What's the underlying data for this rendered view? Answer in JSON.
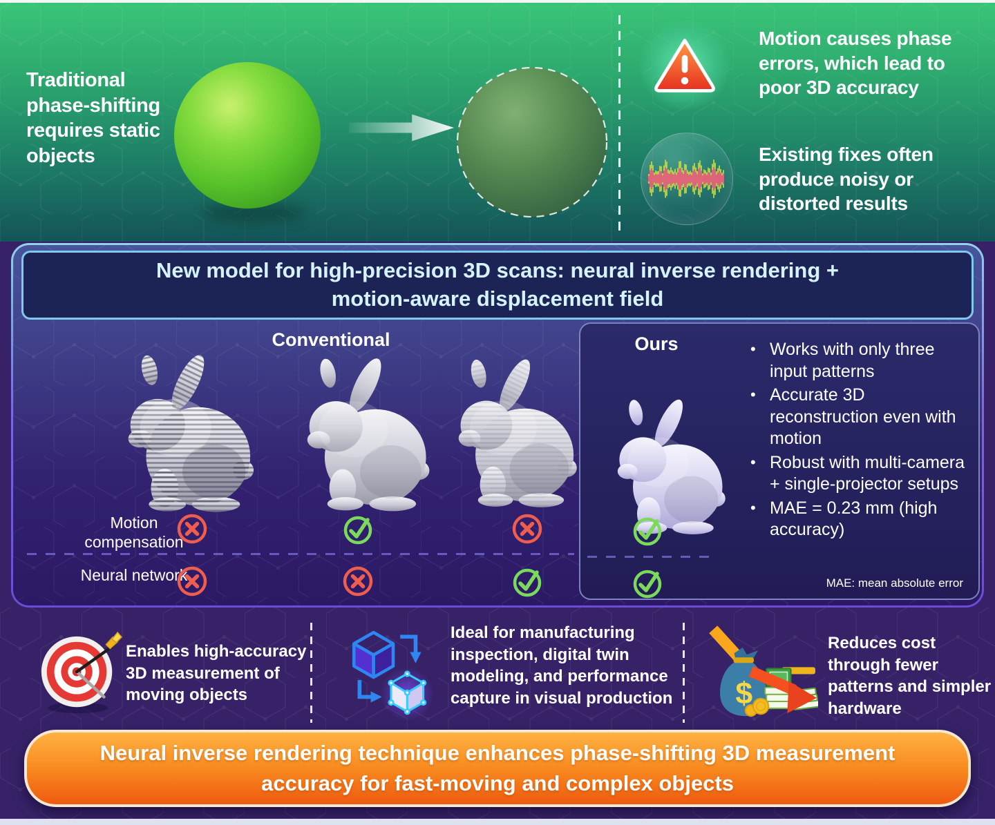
{
  "top": {
    "headline": "Traditional phase-shifting requires static objects",
    "issues": [
      {
        "icon": "warning-icon",
        "text": "Motion causes phase errors, which lead to poor 3D accuracy"
      },
      {
        "icon": "noisy-signal-icon",
        "text": "Existing fixes often produce noisy or distorted results"
      }
    ]
  },
  "model_banner": {
    "text": "New model for high-precision 3D scans: neural inverse rendering + motion-aware displacement field"
  },
  "comparison": {
    "conventional_label": "Conventional",
    "ours_label": "Ours",
    "rows": [
      {
        "label": "Motion compensation",
        "conventional": [
          "no",
          "yes",
          "no"
        ],
        "ours": "yes"
      },
      {
        "label": "Neural network",
        "conventional": [
          "no",
          "no",
          "yes"
        ],
        "ours": "yes"
      }
    ],
    "ours_bullets": [
      "Works with only three input patterns",
      "Accurate 3D reconstruction even with motion",
      "Robust with multi-camera + single-projector setups",
      "MAE = 0.23 mm (high accuracy)"
    ],
    "mae_note": "MAE: mean absolute error"
  },
  "benefits": [
    {
      "icon": "target-icon",
      "text": "Enables high-accuracy 3D measurement of moving objects"
    },
    {
      "icon": "cube-transform-icon",
      "text": "Ideal for manufacturing inspection, digital twin modeling, and performance capture in visual production"
    },
    {
      "icon": "cost-reduction-icon",
      "text": "Reduces cost through fewer patterns and simpler hardware"
    }
  ],
  "conclusion": {
    "text": "Neural inverse rendering technique enhances phase-shifting 3D measurement accuracy for fast-moving and complex objects"
  },
  "colors": {
    "sphere_green": "#57c22a",
    "warning_red": "#e8402f",
    "check_green": "#7bd95c",
    "cross_red": "#ef5d4e",
    "banner_orange": "#f8881e",
    "title_cyan": "#d5f3fc"
  }
}
